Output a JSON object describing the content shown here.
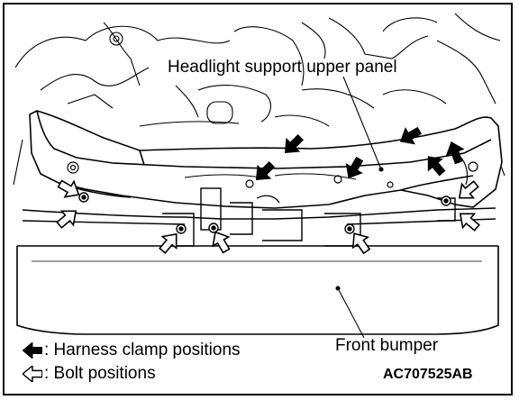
{
  "labels": {
    "upper_panel": "Headlight support upper panel",
    "front_bumper": "Front bumper"
  },
  "legend": {
    "harness": {
      "icon": "filled-arrow-icon",
      "text": ": Harness clamp positions"
    },
    "bolt": {
      "icon": "outline-arrow-icon",
      "text": ": Bolt positions"
    }
  },
  "figure_code": "AC707525AB",
  "colors": {
    "line": "#000000",
    "background": "#ffffff"
  }
}
